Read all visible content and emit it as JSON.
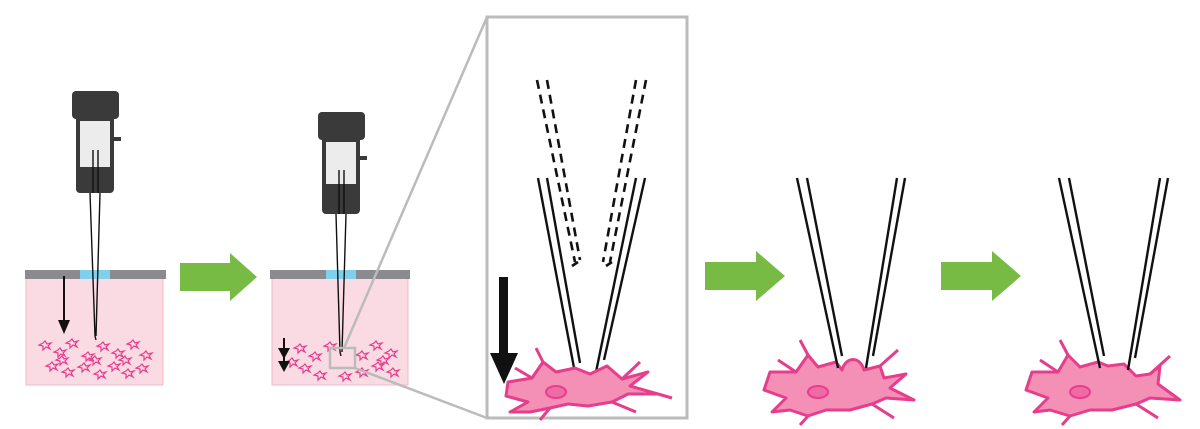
{
  "figure": {
    "panels": [
      "probe-insertion-overview",
      "probe-near-cell-overview",
      "zoomed-probe-approach",
      "probe-contact-cell",
      "probe-penetrated-cell"
    ]
  },
  "colors": {
    "tissue_fill": "#fbdbe3",
    "tissue_border": "#f2b8c6",
    "cell_stroke": "#e63d8c",
    "cell_fill": "#f48fb6",
    "surface_grey": "#8a8a8f",
    "window_blue": "#7fd0ea",
    "holder_dark": "#3a3a3a",
    "holder_light": "#ececec",
    "arrow_green": "#77bb45",
    "zoom_frame": "#bbbbbb",
    "ink": "#111111"
  },
  "icons": {
    "motion_indicator": "down-arrow-icon",
    "step_indicator": "right-arrow-icon",
    "fine_step_indicator": "double-down-arrow-icon"
  }
}
